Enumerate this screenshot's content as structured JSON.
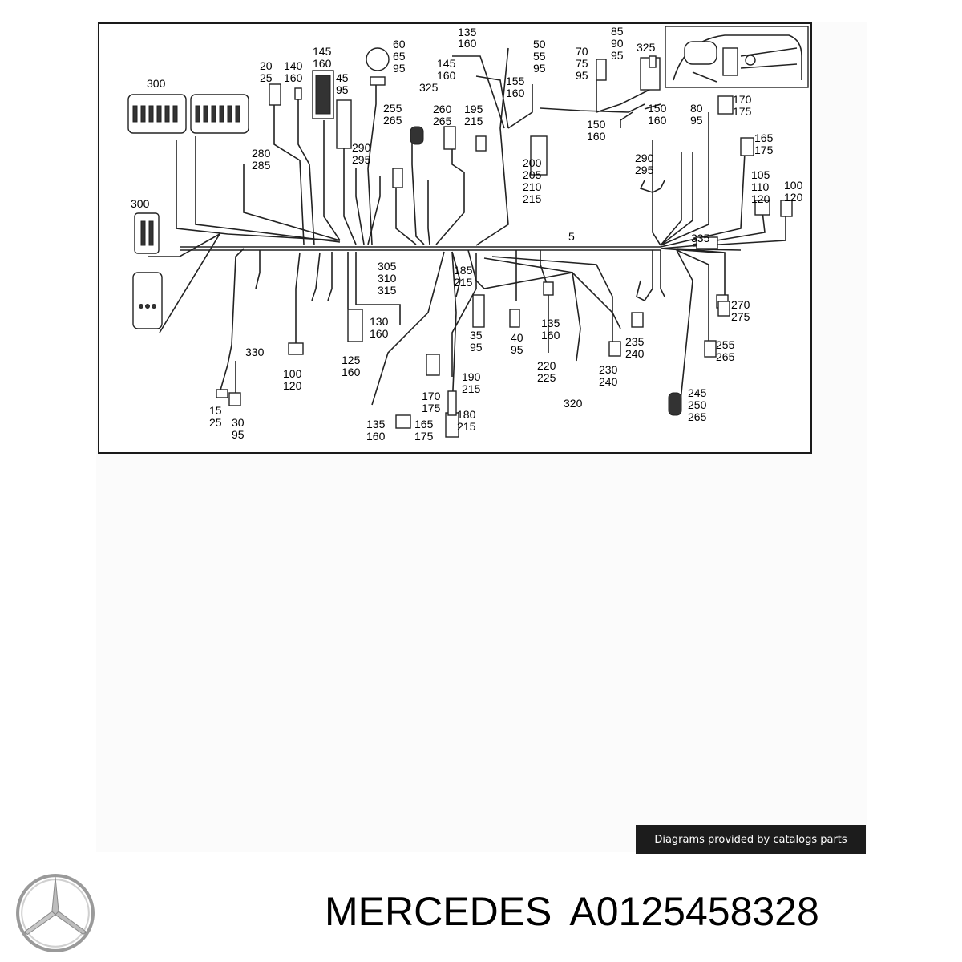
{
  "diagram": {
    "labels": [
      "300",
      "300",
      "20",
      "25",
      "140",
      "160",
      "145",
      "160",
      "45",
      "95",
      "60",
      "65",
      "95",
      "135",
      "160",
      "145",
      "160",
      "325",
      "255",
      "265",
      "50",
      "55",
      "95",
      "155",
      "160",
      "70",
      "75",
      "95",
      "85",
      "90",
      "95",
      "325",
      "150",
      "160",
      "150",
      "160",
      "260",
      "265",
      "195",
      "215",
      "200",
      "205",
      "210",
      "215",
      "280",
      "285",
      "290",
      "295",
      "80",
      "95",
      "170",
      "175",
      "165",
      "175",
      "290",
      "295",
      "105",
      "110",
      "120",
      "100",
      "120",
      "5",
      "335",
      "305",
      "310",
      "315",
      "185",
      "215",
      "130",
      "160",
      "35",
      "95",
      "40",
      "95",
      "135",
      "160",
      "235",
      "240",
      "270",
      "275",
      "330",
      "100",
      "120",
      "125",
      "160",
      "255",
      "265",
      "220",
      "225",
      "230",
      "240",
      "170",
      "175",
      "190",
      "215",
      "245",
      "250",
      "265",
      "15",
      "25",
      "30",
      "95",
      "135",
      "160",
      "165",
      "175",
      "180",
      "215",
      "320"
    ]
  },
  "credit": "Diagrams provided by catalogs parts",
  "brand": "MERCEDES",
  "part_number": "A0125458328",
  "logo_icon": "mercedes-star-icon"
}
